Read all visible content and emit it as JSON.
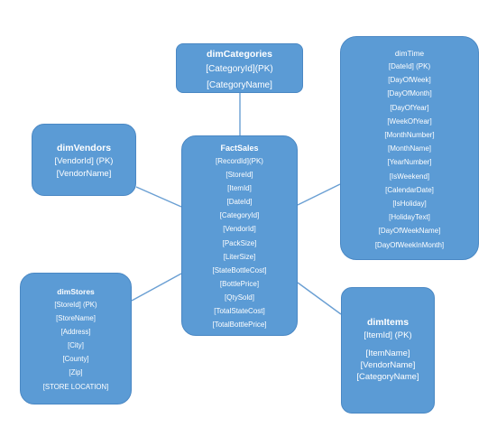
{
  "tables": {
    "fact": {
      "title": "FactSales",
      "fields": [
        "[RecordId](PK)",
        "[StoreId]",
        "[ItemId]",
        "[DateId]",
        "[CategoryId]",
        "[VendorId]",
        "[PackSize]",
        "[LiterSize]",
        "[StateBottleCost]",
        "[BottlePrice]",
        "[QtySold]",
        "[TotalStateCost]",
        "[TotalBottlePrice]"
      ]
    },
    "categories": {
      "title": "dimCategories",
      "fields": [
        "[CategoryId](PK)",
        "[CategoryName]"
      ]
    },
    "time": {
      "title": "dimTime",
      "fields": [
        "[DateId] (PK)",
        "[DayOfWeek]",
        "[DayOfMonth]",
        "[DayOfYear]",
        "[WeekOfYear]",
        "[MonthNumber]",
        "[MonthName]",
        "[YearNumber]",
        "[IsWeekend]",
        "[CalendarDate]",
        "[IsHoliday]",
        "[HolidayText]",
        "[DayOfWeekName]",
        "[DayOfWeekInMonth]"
      ]
    },
    "vendors": {
      "title": "dimVendors",
      "fields": [
        "[VendorId] (PK)",
        "[VendorName]"
      ]
    },
    "stores": {
      "title": "dimStores",
      "fields": [
        "[StoreId] (PK)",
        "[StoreName]",
        "[Address]",
        "[City]",
        "[County]",
        "[Zip]",
        "[STORE LOCATION]"
      ]
    },
    "items": {
      "title": "dimItems",
      "fields": [
        "[ItemId] (PK)",
        "[ItemName]",
        "[VendorName]",
        "[CategoryName]"
      ]
    }
  },
  "colors": {
    "box_fill": "#5b9bd5",
    "box_border": "#4a88c4",
    "connector": "#6a9fd3",
    "text": "#ffffff"
  }
}
